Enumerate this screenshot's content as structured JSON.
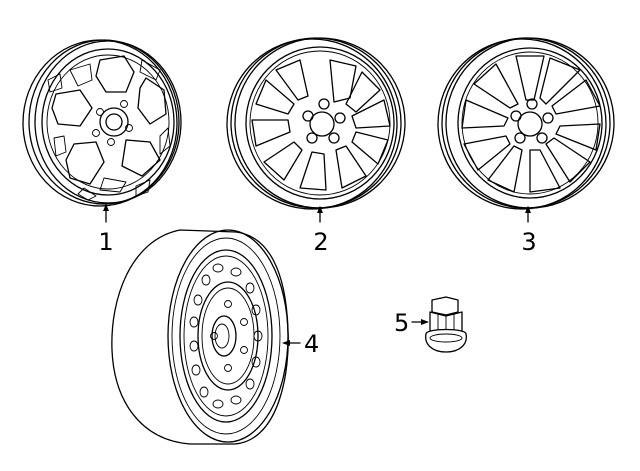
{
  "callouts": {
    "wheel_1": "1",
    "wheel_2": "2",
    "wheel_3": "3",
    "spare_wheel": "4",
    "lug_nut": "5"
  }
}
